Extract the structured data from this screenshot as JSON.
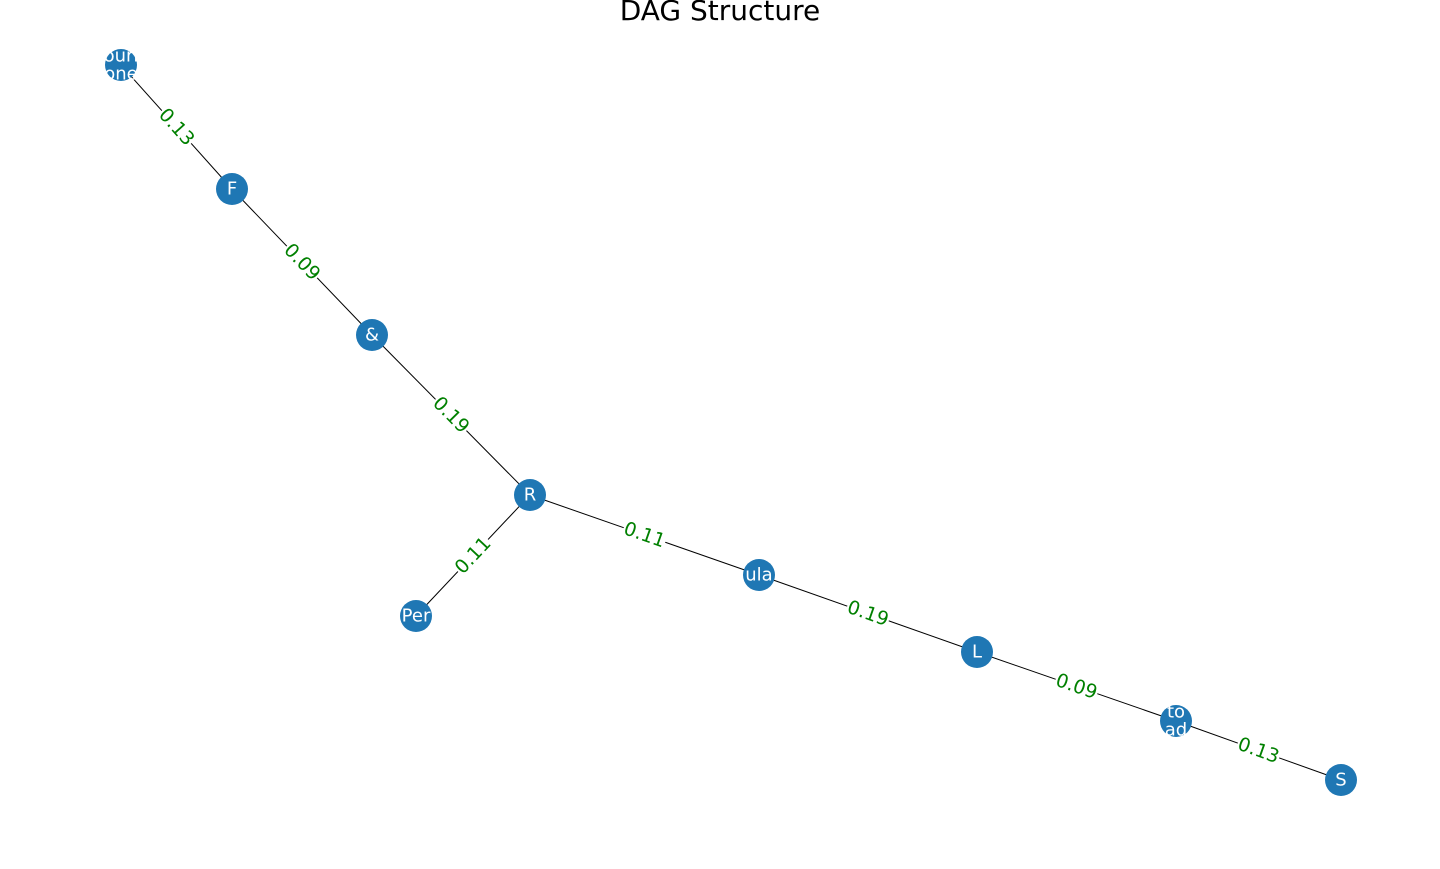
{
  "title": "DAG Structure",
  "colors": {
    "node": "#1f77b4",
    "edge": "#000000",
    "weight": "#008000",
    "label": "#ffffff"
  },
  "nodes": [
    {
      "id": "n1",
      "lines": [
        "ouri",
        "one"
      ]
    },
    {
      "id": "n2",
      "lines": [
        "F"
      ]
    },
    {
      "id": "n3",
      "lines": [
        "&"
      ]
    },
    {
      "id": "n4",
      "lines": [
        "R"
      ]
    },
    {
      "id": "n5",
      "lines": [
        "Per"
      ]
    },
    {
      "id": "n6",
      "lines": [
        "ula"
      ]
    },
    {
      "id": "n7",
      "lines": [
        "L"
      ]
    },
    {
      "id": "n8",
      "lines": [
        "to",
        "ad"
      ]
    },
    {
      "id": "n9",
      "lines": [
        "S"
      ]
    }
  ],
  "edges": [
    {
      "source": "n1",
      "target": "n2",
      "weight": "0.13"
    },
    {
      "source": "n2",
      "target": "n3",
      "weight": "0.09"
    },
    {
      "source": "n3",
      "target": "n4",
      "weight": "0.19"
    },
    {
      "source": "n4",
      "target": "n5",
      "weight": "0.11"
    },
    {
      "source": "n4",
      "target": "n6",
      "weight": "0.11"
    },
    {
      "source": "n6",
      "target": "n7",
      "weight": "0.19"
    },
    {
      "source": "n7",
      "target": "n8",
      "weight": "0.09"
    },
    {
      "source": "n8",
      "target": "n9",
      "weight": "0.13"
    }
  ]
}
